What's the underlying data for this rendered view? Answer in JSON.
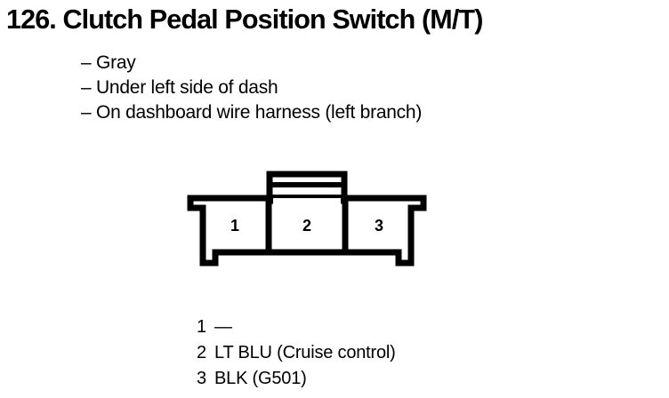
{
  "page": {
    "background_color": "#ffffff",
    "ink_color": "#000000"
  },
  "header": {
    "number": "126.",
    "title": "126. Clutch Pedal Position Switch (M/T)"
  },
  "details": {
    "dash": "–",
    "items": [
      {
        "text": "Gray"
      },
      {
        "text": "Under left side of dash"
      },
      {
        "text": "On dashboard wire harness (left branch)"
      }
    ]
  },
  "connector": {
    "name": "3-cavity connector face view",
    "cavity_count": 3,
    "cavities": [
      {
        "number": "1"
      },
      {
        "number": "2"
      },
      {
        "number": "3"
      }
    ],
    "latch_tab": {
      "name": "top-center-latch-tab",
      "rib_count": 2
    }
  },
  "pin_table": {
    "rows": [
      {
        "pin": "1",
        "circuit": "—"
      },
      {
        "pin": "2",
        "circuit": "LT BLU (Cruise control)"
      },
      {
        "pin": "3",
        "circuit": "BLK (G501)"
      }
    ]
  }
}
